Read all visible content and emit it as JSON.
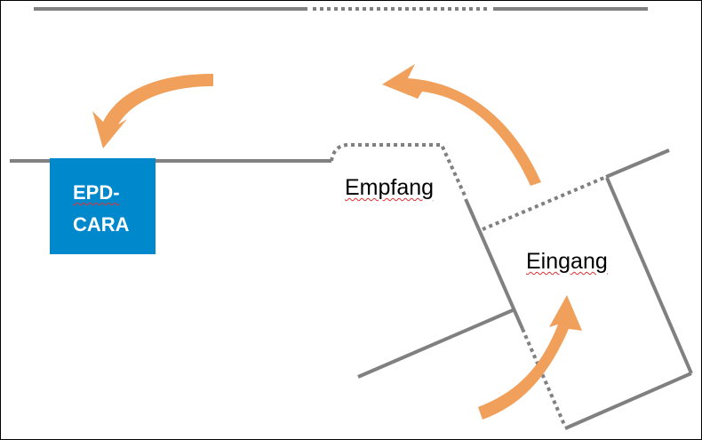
{
  "diagram": {
    "labels": {
      "reception": "Empfang",
      "entrance": "Eingang",
      "box_line1": "EPD-",
      "box_line2": "CARA"
    },
    "colors": {
      "wall": "#808080",
      "arrow": "#f0a05a",
      "box": "#0088cc",
      "box_text": "#ffffff"
    },
    "icons": [
      "arrow-curved-left-down",
      "arrow-curved-up-left",
      "arrow-curved-up-right"
    ]
  }
}
